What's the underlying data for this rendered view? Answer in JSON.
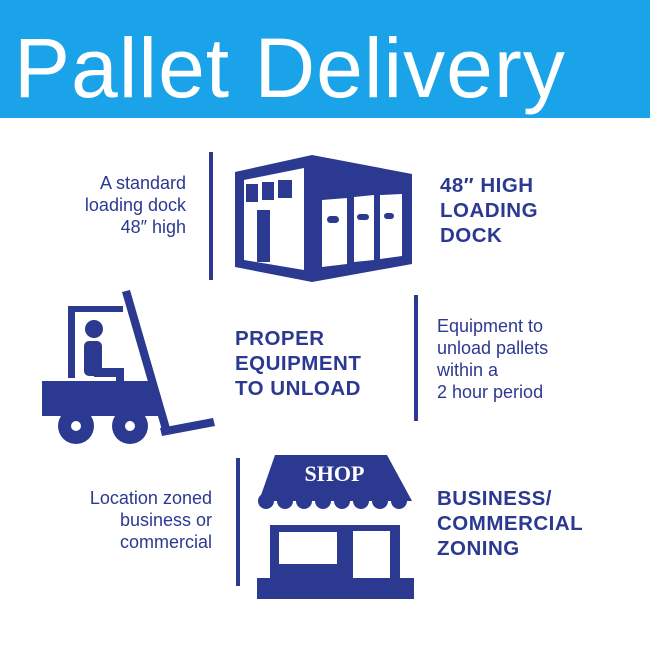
{
  "header": {
    "title": "Pallet Delivery"
  },
  "sections": [
    {
      "icon": "building-icon",
      "description": [
        "A standard",
        "loading dock",
        "48″ high"
      ],
      "heading": [
        "48″ HIGH",
        "LOADING",
        "DOCK"
      ]
    },
    {
      "icon": "forklift-icon",
      "heading": [
        "PROPER",
        "EQUIPMENT",
        "TO UNLOAD"
      ],
      "description": [
        "Equipment to",
        "unload pallets",
        "within a",
        "2 hour period"
      ]
    },
    {
      "icon": "shop-icon",
      "icon_label": "SHOP",
      "description": [
        "Location zoned",
        "business or",
        "commercial"
      ],
      "heading": [
        "BUSINESS/",
        "COMMERCIAL",
        "ZONING"
      ]
    }
  ],
  "colors": {
    "header": "#1aa3e8",
    "accent": "#2b3990"
  }
}
